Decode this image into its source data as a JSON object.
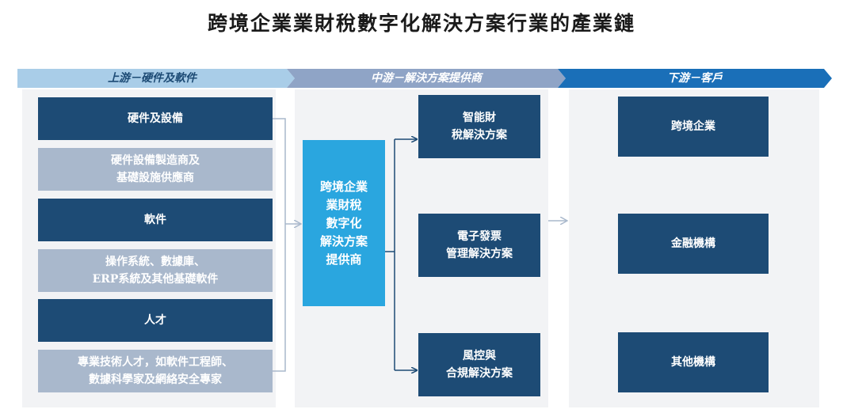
{
  "title": "跨境企業業財稅數字化解決方案行業的產業鏈",
  "stages": [
    {
      "label": "上游－硬件及軟件",
      "color": "#a9cde8",
      "text_color": "#1d4b75"
    },
    {
      "label": "中游－解決方案提供商",
      "color": "#8fa4c6",
      "text_color": "#ffffff"
    },
    {
      "label": "下游－客戶",
      "color": "#1a6fb8",
      "text_color": "#ffffff"
    }
  ],
  "upstream": [
    {
      "label": "硬件及設備",
      "style": "dark"
    },
    {
      "label": "硬件設備製造商及\n基礎設施供應商",
      "style": "light"
    },
    {
      "label": "軟件",
      "style": "dark"
    },
    {
      "label": "操作系統、數據庫、\nERP系統及其他基礎軟件",
      "style": "light"
    },
    {
      "label": "人才",
      "style": "dark"
    },
    {
      "label": "專業技術人才，如軟件工程師、\n數據科學家及網絡安全專家",
      "style": "light"
    }
  ],
  "midstream": {
    "center": "跨境企業\n業財稅\n數字化\n解決方案\n提供商",
    "solutions": [
      "智能財\n稅解決方案",
      "電子發票\n管理解決方案",
      "風控與\n合規解決方案"
    ]
  },
  "downstream": [
    "跨境企業",
    "金融機構",
    "其他機構"
  ],
  "colors": {
    "dark_box": "#1d4b75",
    "light_box": "#a9b8cc",
    "center_box": "#2aa6df",
    "panel": "#f2f3f5",
    "connector": "#1d4b75",
    "connector_light": "#a9b8cc"
  }
}
